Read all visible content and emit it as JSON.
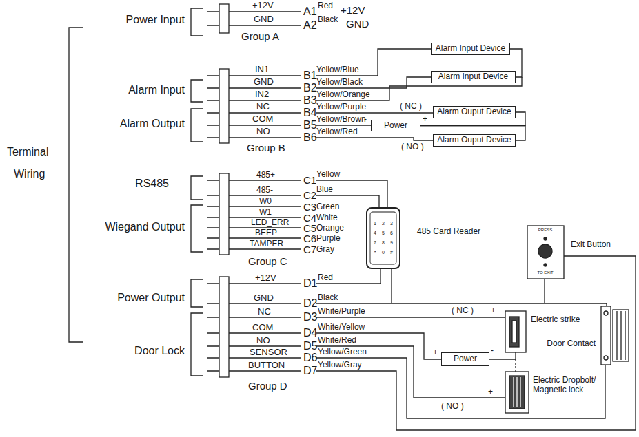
{
  "diagram": {
    "nodes": [
      {
        "text": [
          "Alarm Input Device"
        ]
      },
      {
        "text": [
          "Alarm Input Device"
        ]
      },
      {
        "text": [
          "Alarm Ouput Device"
        ]
      },
      {
        "text": [
          "Power"
        ]
      },
      {
        "text": [
          "Alarm Ouput Device"
        ]
      },
      {
        "text": [
          "485 Card Reader"
        ]
      },
      {
        "text": [
          "Exit Button"
        ]
      },
      {
        "text": [
          "Electric strike"
        ]
      },
      {
        "text": [
          "Door Contact"
        ]
      },
      {
        "text": [
          "Power"
        ]
      },
      {
        "text": [
          "Electric Dropbolt/ Magnetic lock"
        ]
      }
    ],
    "edges": [
      {
        "from": 0,
        "to": 1,
        "arrow": "none"
      },
      {
        "from": 3,
        "to": 2,
        "arrow": "none"
      },
      {
        "from": 3,
        "to": 4,
        "arrow": "none"
      },
      {
        "from": 9,
        "to": 7,
        "arrow": "none"
      }
    ],
    "labels": [
      "Terminal",
      "Wiring",
      "Power Input",
      "+12V",
      "GND",
      "A1",
      "Red",
      "+12V",
      "A2",
      "Black",
      "GND",
      "Group A",
      "Alarm Input",
      "Alarm Output",
      "IN1",
      "GND",
      "IN2",
      "NC",
      "COM",
      "NO",
      "B1",
      "Yellow/Blue",
      "B2",
      "Yellow/Black",
      "B3",
      "Yellow/Orange",
      "B4",
      "Yellow/Purple",
      "B5",
      "Yellow/Brown",
      "B6",
      "Yellow/Red",
      "Group B",
      "( NC )",
      "-",
      "+",
      "( NO )",
      "RS485",
      "Wiegand Output",
      "485+",
      "485-",
      "W0",
      "W1",
      "LED_ERR",
      "BEEP",
      "TAMPER",
      "C1",
      "Yellow",
      "C2",
      "Blue",
      "C3",
      "Green",
      "C4",
      "White",
      "C5",
      "Orange",
      "C6",
      "Purple",
      "C7",
      "Gray",
      "Group C",
      "1",
      "2",
      "3",
      "4",
      "5",
      "6",
      "7",
      "8",
      "9",
      "*",
      "0",
      "#",
      "PRESS",
      "TO EXIT",
      "Power Output",
      "Door Lock",
      "+12V",
      "GND",
      "NC",
      "COM",
      "NO",
      "SENSOR",
      "BUTTON",
      "D1",
      "Red",
      "D2",
      "Black",
      "D3",
      "White/Purple",
      "D4",
      "White/Yellow",
      "D5",
      "White/Red",
      "D6",
      "Yellow/Green",
      "D7",
      "Yellow/Gray",
      "Group D",
      "( NC )",
      "+",
      "+",
      "-",
      "( NO )",
      "+"
    ]
  }
}
